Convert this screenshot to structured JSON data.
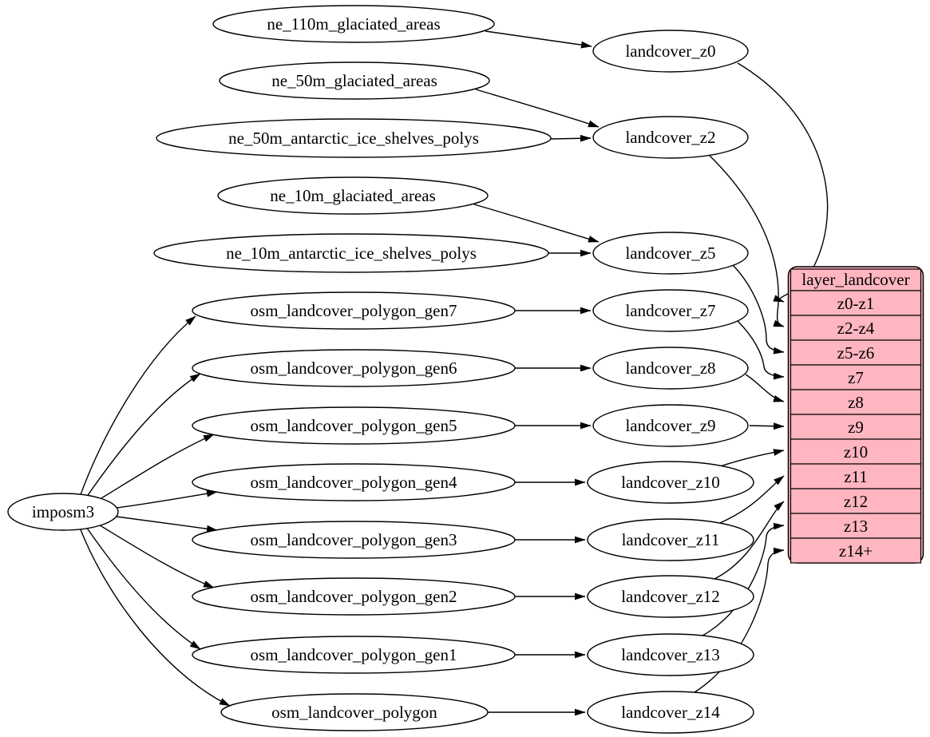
{
  "diagram": {
    "type": "etl-flow-graph",
    "background_color": "#ffffff",
    "stroke_color": "#000000",
    "node_fill": "#ffffff",
    "importer": {
      "label": "imposm3"
    },
    "source_tables": [
      "ne_110m_glaciated_areas",
      "ne_50m_glaciated_areas",
      "ne_50m_antarctic_ice_shelves_polys",
      "ne_10m_glaciated_areas",
      "ne_10m_antarctic_ice_shelves_polys",
      "osm_landcover_polygon_gen7",
      "osm_landcover_polygon_gen6",
      "osm_landcover_polygon_gen5",
      "osm_landcover_polygon_gen4",
      "osm_landcover_polygon_gen3",
      "osm_landcover_polygon_gen2",
      "osm_landcover_polygon_gen1",
      "osm_landcover_polygon"
    ],
    "generalized_tables": [
      "landcover_z0",
      "landcover_z2",
      "landcover_z5",
      "landcover_z7",
      "landcover_z8",
      "landcover_z9",
      "landcover_z10",
      "landcover_z11",
      "landcover_z12",
      "landcover_z13",
      "landcover_z14"
    ],
    "layer_table": {
      "title": "layer_landcover",
      "fill": "#ffb6c1",
      "rows": [
        "z0-z1",
        "z2-z4",
        "z5-z6",
        "z7",
        "z8",
        "z9",
        "z10",
        "z11",
        "z12",
        "z13",
        "z14+"
      ]
    },
    "edges": [
      [
        "imposm3",
        "osm_landcover_polygon_gen7"
      ],
      [
        "imposm3",
        "osm_landcover_polygon_gen6"
      ],
      [
        "imposm3",
        "osm_landcover_polygon_gen5"
      ],
      [
        "imposm3",
        "osm_landcover_polygon_gen4"
      ],
      [
        "imposm3",
        "osm_landcover_polygon_gen3"
      ],
      [
        "imposm3",
        "osm_landcover_polygon_gen2"
      ],
      [
        "imposm3",
        "osm_landcover_polygon_gen1"
      ],
      [
        "imposm3",
        "osm_landcover_polygon"
      ],
      [
        "ne_110m_glaciated_areas",
        "landcover_z0"
      ],
      [
        "ne_50m_glaciated_areas",
        "landcover_z2"
      ],
      [
        "ne_50m_antarctic_ice_shelves_polys",
        "landcover_z2"
      ],
      [
        "ne_10m_glaciated_areas",
        "landcover_z5"
      ],
      [
        "ne_10m_antarctic_ice_shelves_polys",
        "landcover_z5"
      ],
      [
        "osm_landcover_polygon_gen7",
        "landcover_z7"
      ],
      [
        "osm_landcover_polygon_gen6",
        "landcover_z8"
      ],
      [
        "osm_landcover_polygon_gen5",
        "landcover_z9"
      ],
      [
        "osm_landcover_polygon_gen4",
        "landcover_z10"
      ],
      [
        "osm_landcover_polygon_gen3",
        "landcover_z11"
      ],
      [
        "osm_landcover_polygon_gen2",
        "landcover_z12"
      ],
      [
        "osm_landcover_polygon_gen1",
        "landcover_z13"
      ],
      [
        "osm_landcover_polygon",
        "landcover_z14"
      ],
      [
        "landcover_z0",
        "layer_landcover:z0-z1"
      ],
      [
        "landcover_z2",
        "layer_landcover:z2-z4"
      ],
      [
        "landcover_z5",
        "layer_landcover:z5-z6"
      ],
      [
        "landcover_z7",
        "layer_landcover:z7"
      ],
      [
        "landcover_z8",
        "layer_landcover:z8"
      ],
      [
        "landcover_z9",
        "layer_landcover:z9"
      ],
      [
        "landcover_z10",
        "layer_landcover:z10"
      ],
      [
        "landcover_z11",
        "layer_landcover:z11"
      ],
      [
        "landcover_z12",
        "layer_landcover:z12"
      ],
      [
        "landcover_z13",
        "layer_landcover:z13"
      ],
      [
        "landcover_z14",
        "layer_landcover:z14+"
      ]
    ]
  }
}
